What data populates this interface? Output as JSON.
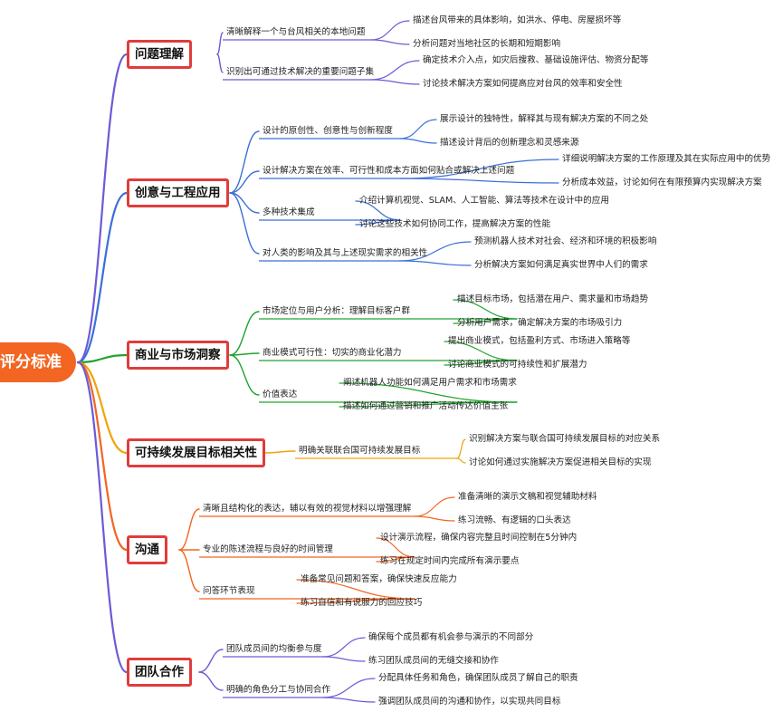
{
  "root": "评分标准",
  "categories": [
    {
      "label": "问题理解",
      "color": "#6b5bd6",
      "items": [
        {
          "label": "清晰解释一个与台风相关的本地问题",
          "details": [
            "描述台风带来的具体影响，如洪水、停电、房屋损坏等",
            "分析问题对当地社区的长期和短期影响"
          ]
        },
        {
          "label": "识别出可通过技术解决的重要问题子集",
          "details": [
            "确定技术介入点，如灾后搜救、基础设施评估、物资分配等",
            "讨论技术解决方案如何提高应对台风的效率和安全性"
          ]
        }
      ]
    },
    {
      "label": "创意与工程应用",
      "color": "#3b6fd8",
      "items": [
        {
          "label": "设计的原创性、创意性与创新程度",
          "details": [
            "展示设计的独特性，解释其与现有解决方案的不同之处",
            "描述设计背后的创新理念和灵感来源"
          ]
        },
        {
          "label": "设计解决方案在效率、可行性和成本方面如何贴合或解决上述问题",
          "details": [
            "详细说明解决方案的工作原理及其在实际应用中的优势",
            "分析成本效益，讨论如何在有限预算内实现解决方案"
          ]
        },
        {
          "label": "多种技术集成",
          "details": [
            "介绍计算机视觉、SLAM、人工智能、算法等技术在设计中的应用",
            "讨论这些技术如何协同工作，提高解决方案的性能"
          ]
        },
        {
          "label": "对人类的影响及其与上述现实需求的相关性",
          "details": [
            "预测机器人技术对社会、经济和环境的积极影响",
            "分析解决方案如何满足真实世界中人们的需求"
          ]
        }
      ]
    },
    {
      "label": "商业与市场洞察",
      "color": "#21a32f",
      "items": [
        {
          "label": "市场定位与用户分析：理解目标客户群",
          "details": [
            "描述目标市场，包括潜在用户、需求量和市场趋势",
            "分析用户需求，确定解决方案的市场吸引力"
          ]
        },
        {
          "label": "商业模式可行性：切实的商业化潜力",
          "details": [
            "提出商业模式，包括盈利方式、市场进入策略等",
            "讨论商业模式的可持续性和扩展潜力"
          ]
        },
        {
          "label": "价值表达",
          "details": [
            "阐述机器人功能如何满足用户需求和市场需求",
            "描述如何通过营销和推广活动传达价值主张"
          ]
        }
      ]
    },
    {
      "label": "可持续发展目标相关性",
      "color": "#f0a30a",
      "items": [
        {
          "label": "明确关联联合国可持续发展目标",
          "details": [
            "识别解决方案与联合国可持续发展目标的对应关系",
            "讨论如何通过实施解决方案促进相关目标的实现"
          ]
        }
      ]
    },
    {
      "label": "沟通",
      "color": "#f26522",
      "items": [
        {
          "label": "清晰且结构化的表达，辅以有效的视觉材料以增强理解",
          "details": [
            "准备清晰的演示文稿和视觉辅助材料",
            "练习流畅、有逻辑的口头表达"
          ]
        },
        {
          "label": "专业的陈述流程与良好的时间管理",
          "details": [
            "设计演示流程，确保内容完整且时间控制在5分钟内",
            "练习在规定时间内完成所有演示要点"
          ]
        },
        {
          "label": "问答环节表现",
          "details": [
            "准备常见问题和答案，确保快速反应能力",
            "练习自信和有说服力的回应技巧"
          ]
        }
      ]
    },
    {
      "label": "团队合作",
      "color": "#6b5bd6",
      "items": [
        {
          "label": "团队成员间的均衡参与度",
          "details": [
            "确保每个成员都有机会参与演示的不同部分",
            "练习团队成员间的无缝交接和协作"
          ]
        },
        {
          "label": "明确的角色分工与协同合作",
          "details": [
            "分配具体任务和角色，确保团队成员了解自己的职责",
            "强调团队成员间的沟通和协作，以实现共同目标"
          ]
        }
      ]
    }
  ]
}
